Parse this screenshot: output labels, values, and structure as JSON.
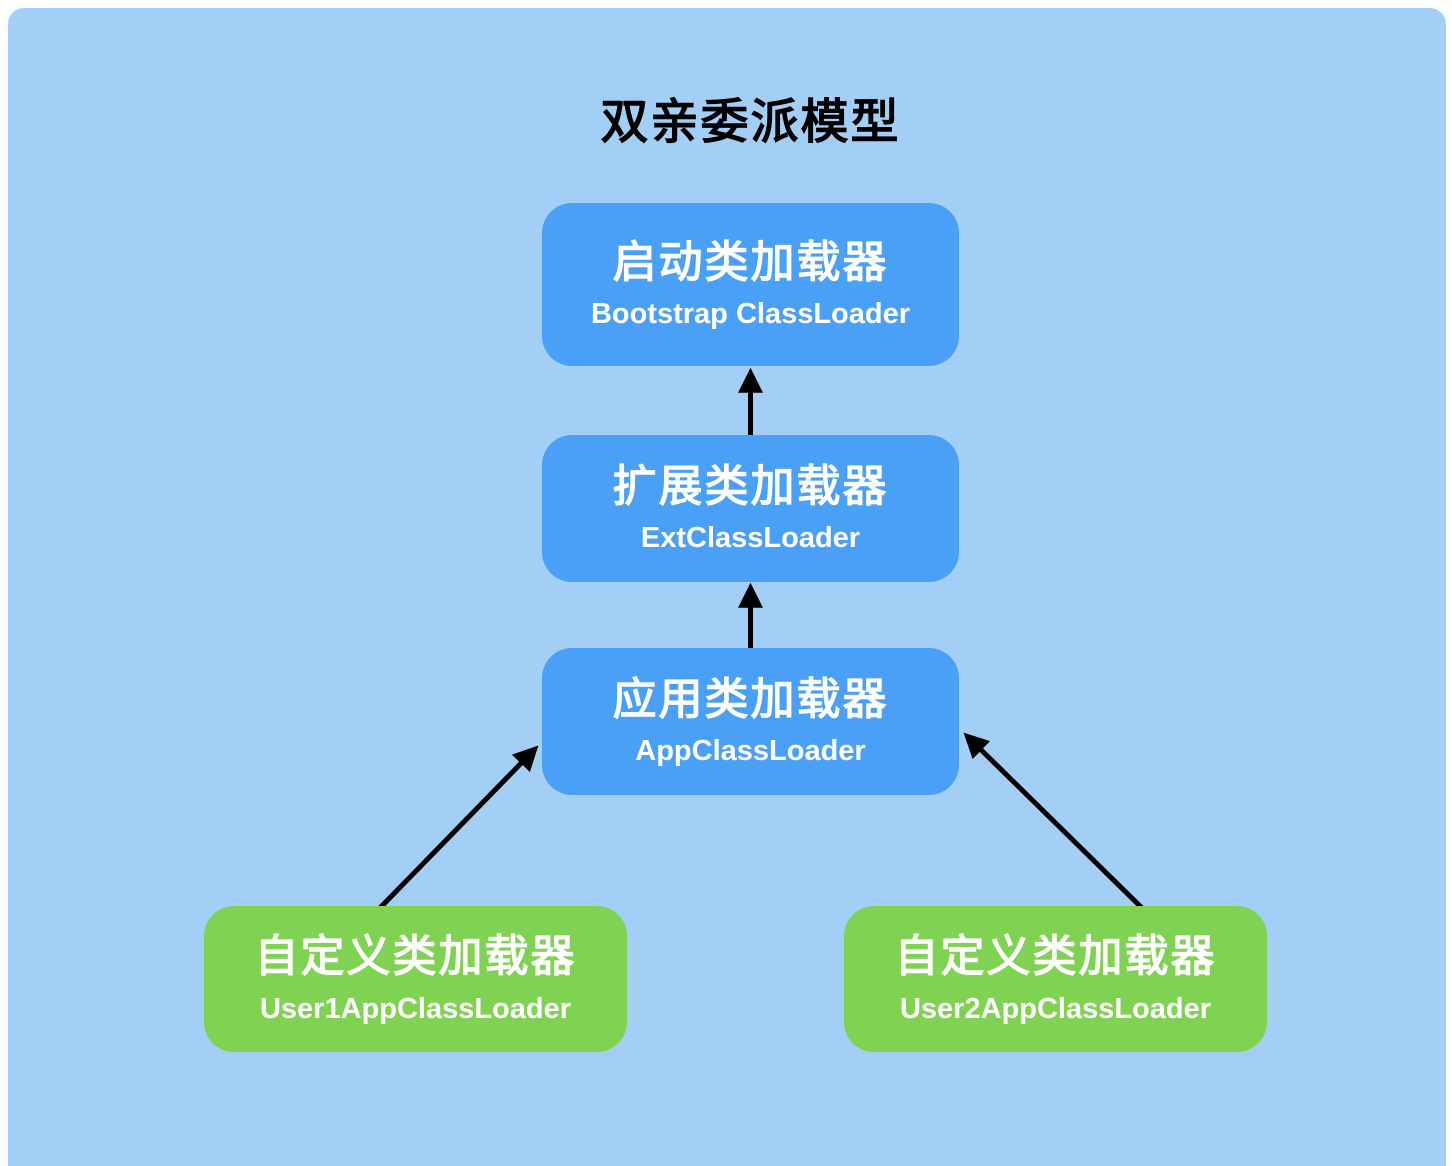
{
  "title": "双亲委派模型",
  "colors": {
    "background": "#A3CFF7",
    "blue_box": "#4AA0F6",
    "green_box": "#7FD252",
    "arrow": "#000000",
    "text_on_box": "#FFFFFF",
    "title_text": "#000000",
    "page": "#FFFFFF"
  },
  "nodes": [
    {
      "id": "bootstrap",
      "label_zh": "启动类加载器",
      "label_en": "Bootstrap ClassLoader",
      "type": "blue"
    },
    {
      "id": "ext",
      "label_zh": "扩展类加载器",
      "label_en": "ExtClassLoader",
      "type": "blue"
    },
    {
      "id": "app",
      "label_zh": "应用类加载器",
      "label_en": "AppClassLoader",
      "type": "blue"
    },
    {
      "id": "user1",
      "label_zh": "自定义类加载器",
      "label_en": "User1AppClassLoader",
      "type": "green"
    },
    {
      "id": "user2",
      "label_zh": "自定义类加载器",
      "label_en": "User2AppClassLoader",
      "type": "green"
    }
  ],
  "edges": [
    {
      "from": "ext",
      "to": "bootstrap",
      "meaning": "delegates to parent"
    },
    {
      "from": "app",
      "to": "ext",
      "meaning": "delegates to parent"
    },
    {
      "from": "user1",
      "to": "app",
      "meaning": "delegates to parent"
    },
    {
      "from": "user2",
      "to": "app",
      "meaning": "delegates to parent"
    }
  ]
}
